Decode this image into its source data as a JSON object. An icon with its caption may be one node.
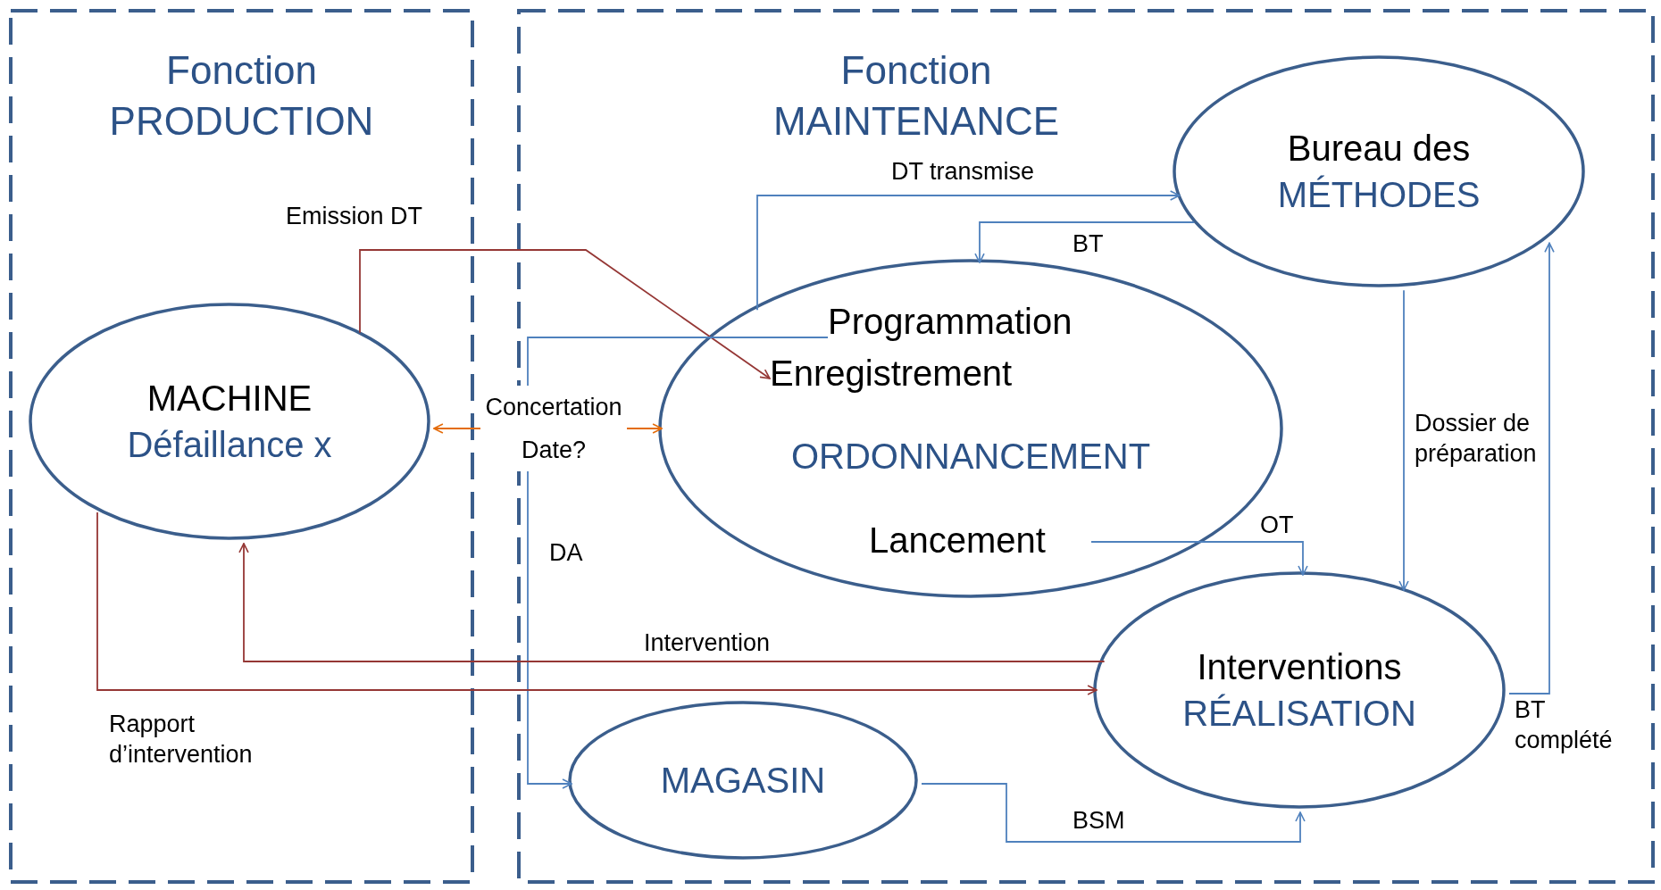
{
  "diagram": {
    "nodes": [
      {
        "text": [
          "Fonction PRODUCTION"
        ]
      },
      {
        "text": [
          "Fonction MAINTENANCE"
        ]
      },
      {
        "text": [
          "MACHINE",
          "Défaillance x"
        ],
        "in": 0
      },
      {
        "text": [
          "ORDONNANCEMENT"
        ],
        "in": 1
      },
      {
        "text": [
          "Programmation"
        ],
        "in": 3
      },
      {
        "text": [
          "Enregistrement"
        ],
        "in": 3
      },
      {
        "text": [
          "Lancement"
        ],
        "in": 3
      },
      {
        "text": [
          "Bureau des",
          "MÉTHODES"
        ],
        "in": 1
      },
      {
        "text": [
          "Interventions",
          "RÉALISATION"
        ],
        "in": 1
      },
      {
        "text": [
          "MAGASIN"
        ],
        "in": 1
      }
    ],
    "edges": [
      {
        "from": 2,
        "to": 5,
        "arrow": "to",
        "label": "Emission DT",
        "color": "#953735"
      },
      {
        "from": 2,
        "to": 3,
        "arrow": "both",
        "label": "Concertation Date?",
        "color": "#e46c0a"
      },
      {
        "from": 3,
        "to": 7,
        "arrow": "to",
        "label": "DT transmise"
      },
      {
        "from": 7,
        "to": 3,
        "arrow": "to",
        "label": "BT"
      },
      {
        "from": 4,
        "to": 9,
        "arrow": "to",
        "label": "DA"
      },
      {
        "from": 6,
        "to": 8,
        "arrow": "to",
        "label": "OT"
      },
      {
        "from": 7,
        "to": 8,
        "arrow": "to",
        "label": "Dossier de préparation"
      },
      {
        "from": 8,
        "to": 7,
        "arrow": "to",
        "label": "BT complété"
      },
      {
        "from": 8,
        "to": 2,
        "arrow": "to",
        "label": "Intervention",
        "color": "#953735"
      },
      {
        "from": 2,
        "to": 8,
        "arrow": "to",
        "label": "Rapport d’intervention",
        "color": "#953735"
      },
      {
        "from": 9,
        "to": 8,
        "arrow": "to",
        "label": "BSM"
      }
    ]
  }
}
